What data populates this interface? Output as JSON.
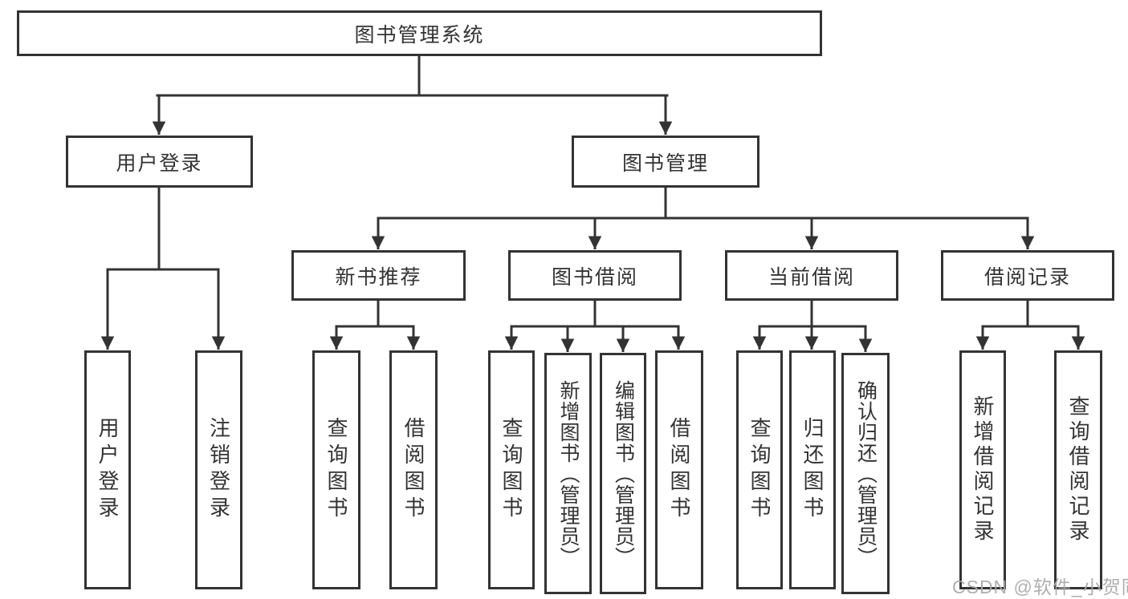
{
  "diagram": {
    "title": "图书管理系统",
    "level2": {
      "user_login": "用户登录",
      "book_mgmt": "图书管理"
    },
    "level3": {
      "new_book_rec": "新书推荐",
      "book_borrow": "图书借阅",
      "current_borrow": "当前借阅",
      "borrow_record": "借阅记录"
    },
    "leaves": {
      "user_login": "用户登录",
      "logout": "注销登录",
      "nb_query": "查询图书",
      "nb_borrow": "借阅图书",
      "bb_query": "查询图书",
      "bb_add": "新增图书（管理员）",
      "bb_edit": "编辑图书（管理员）",
      "bb_borrow": "借阅图书",
      "cb_query": "查询图书",
      "cb_return": "归还图书",
      "cb_confirm": "确认归还（管理员）",
      "br_add": "新增借阅记录",
      "br_query": "查询借阅记录"
    }
  },
  "colors": {
    "line": "#333333",
    "box_border": "#333333",
    "text": "#333333",
    "watermark": "#a8a8a8",
    "background": "#ffffff"
  },
  "watermark": "CSDN @软件_小贺同学"
}
